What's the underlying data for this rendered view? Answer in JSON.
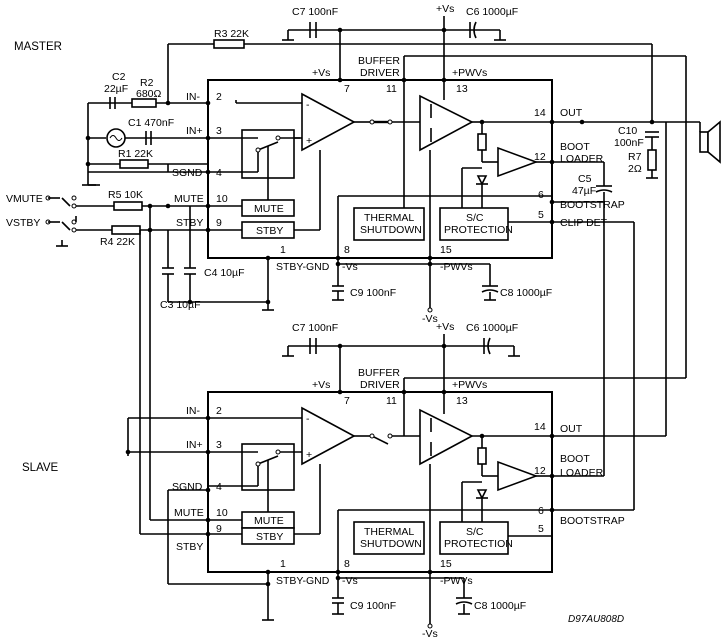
{
  "titles": {
    "master": "MASTER",
    "slave": "SLAVE",
    "drawing_code": "D97AU808D"
  },
  "external": {
    "r3": "R3 22K",
    "c7": "C7 100nF",
    "vs_top": "+Vs",
    "c6": "C6 1000µF",
    "c2_a": "C2",
    "c2_b": "22µF",
    "r2_a": "R2",
    "r2_b": "680Ω",
    "c1": "C1 470nF",
    "r1": "R1 22K",
    "vmute": "VMUTE",
    "vstby": "VSTBY",
    "r5": "R5 10K",
    "r4": "R4 22K",
    "c4": "C4 10µF",
    "c3": "C3 10µF",
    "c9": "C9 100nF",
    "c8": "C8 1000µF",
    "neg_vs": "-Vs",
    "c10_a": "C10",
    "c10_b": "100nF",
    "r7_a": "R7",
    "r7_b": "2Ω",
    "c5_a": "C5",
    "c5_b": "47µF"
  },
  "chip": {
    "in_minus": "IN-",
    "in_plus": "IN+",
    "sgnd": "SGND",
    "mute": "MUTE",
    "stby": "STBY",
    "stby_gnd": "STBY-GND",
    "neg_vs": "-Vs",
    "neg_pwvs": "-PWVs",
    "pos_vs": "+Vs",
    "buffer": "BUFFER",
    "driver": "DRIVER",
    "pos_pwvs": "+PWVs",
    "out": "OUT",
    "boot": "BOOT",
    "loader": "LOADER",
    "bootstrap": "BOOTSTRAP",
    "clip_det": "CLIP DET",
    "thermal": "THERMAL",
    "shutdown": "SHUTDOWN",
    "sc": "S/C",
    "protection": "PROTECTION",
    "mute_box": "MUTE",
    "stby_box": "STBY",
    "pins": {
      "p1": "1",
      "p2": "2",
      "p3": "3",
      "p4": "4",
      "p5": "5",
      "p6": "6",
      "p7": "7",
      "p8": "8",
      "p9": "9",
      "p10": "10",
      "p11": "11",
      "p12": "12",
      "p13": "13",
      "p14": "14",
      "p15": "15"
    },
    "op_minus": "-",
    "op_plus": "+"
  }
}
